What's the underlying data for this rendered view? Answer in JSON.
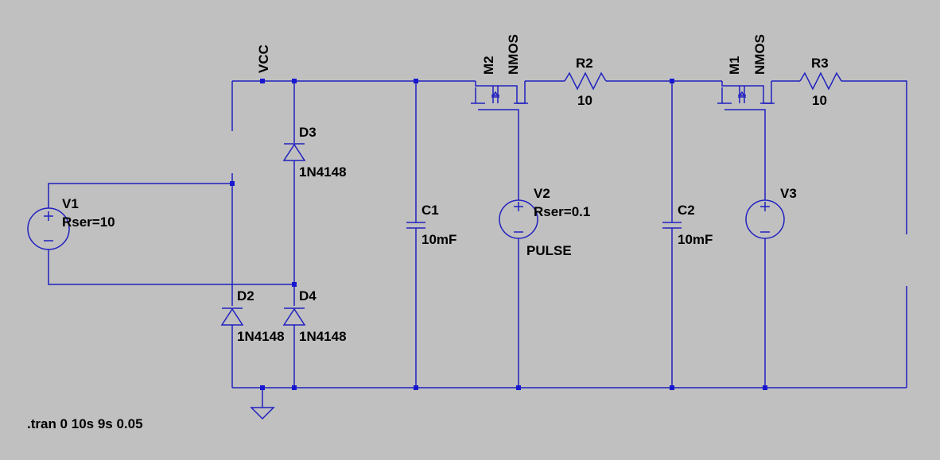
{
  "colors": {
    "background": "#c0c0c0",
    "wire": "#2020c0",
    "text": "#000000"
  },
  "net_labels": {
    "vcc": "VCC"
  },
  "components": {
    "V1": {
      "name": "V1",
      "value": "Rser=10"
    },
    "V2": {
      "name": "V2",
      "value": "Rser=0.1",
      "extra": "PULSE"
    },
    "V3": {
      "name": "V3"
    },
    "D2": {
      "name": "D2",
      "model": "1N4148"
    },
    "D3": {
      "name": "D3",
      "model": "1N4148"
    },
    "D4": {
      "name": "D4",
      "model": "1N4148"
    },
    "C1": {
      "name": "C1",
      "value": "10mF"
    },
    "C2": {
      "name": "C2",
      "value": "10mF"
    },
    "M1": {
      "name": "M1",
      "model": "NMOS"
    },
    "M2": {
      "name": "M2",
      "model": "NMOS"
    },
    "R2": {
      "name": "R2",
      "value": "10"
    },
    "R3": {
      "name": "R3",
      "value": "10"
    }
  },
  "directive": ".tran 0 10s 9s 0.05",
  "icons": {
    "ground": "ground-icon",
    "voltage_source": "voltage-source-icon",
    "diode": "diode-icon",
    "capacitor": "capacitor-icon",
    "resistor": "resistor-icon",
    "nmos": "nmos-transistor-icon"
  }
}
